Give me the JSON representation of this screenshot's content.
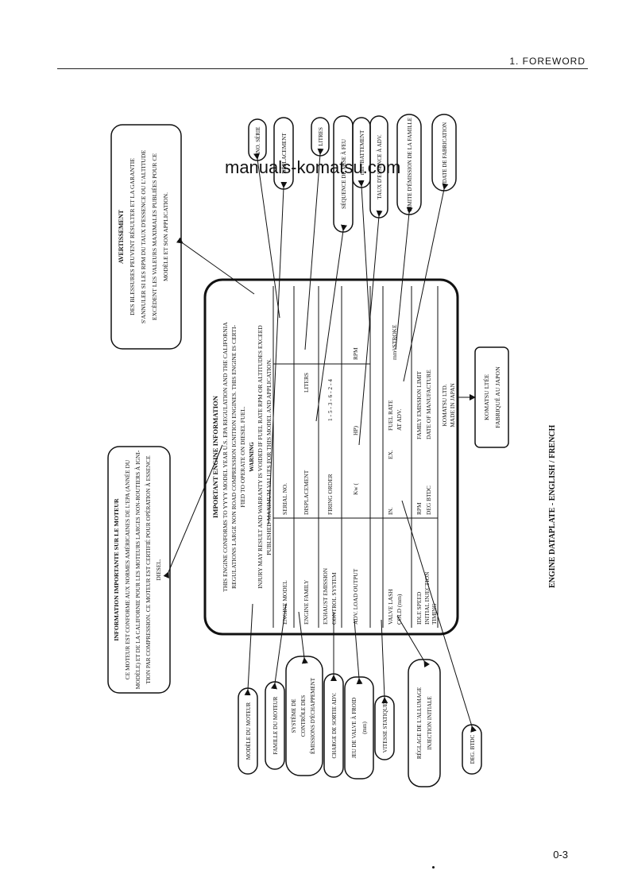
{
  "header": {
    "section": "1. FOREWORD"
  },
  "watermark": "manuals-komatsu.com",
  "page_number": "0-3",
  "caption": "ENGINE DATAPLATE - ENGLISH / FRENCH",
  "plate": {
    "heading": "IMPORTANT ENGINE INFORMATION",
    "intro": [
      "THIS ENGINE CONFORMS TO YYYY MODEL YEAR U.S. EPA REGULATION AND THE CALIFORNIA",
      "REGULATIONS LARGE NON ROAD COMPRESSION IGNITION ENGINES. THIS ENGINE IS CERTI-",
      "FIED TO OPERATE ON DIESEL FUEL."
    ],
    "warning_title": "WARNING",
    "warning": [
      "INJURY MAY RESULT AND WARRANTY IS VOIDED IF FUEL RATE RPM OR ALTITUDES EXCEED",
      "PUBLISHED MAXIMUM VALUES FOR THIS MODEL AND APPLICATION."
    ],
    "rows": {
      "engine_model": "ENGINE MODEL",
      "serial_no": "SERIAL NO.",
      "engine_family": "ENGINE FAMILY",
      "displacement": "DISPLACEMENT",
      "liters": "LITERS",
      "exhaust": "EXHAUST EMISSION",
      "control": "CONTROL SYSTEM",
      "firing_order": "FIRING ORDER",
      "firing_value": "1 - 5 - 3 - 6 - 2 - 4",
      "adv_load": "ADV. LOAD OUTPUT",
      "kw": "Kw (",
      "hp": "HP)",
      "rpm1": "RPM",
      "valve_lash": "VALVE LASH",
      "cold": "COLD (mm)",
      "in": "IN.",
      "ex": "EX.",
      "fuel_rate": "FUEL RATE",
      "at_adv": "AT ADV.",
      "stroke": "mm³/STROKE",
      "idle": "IDLE SPEED",
      "rpm2": "RPM",
      "family_limit": "FAMILY EMISSION LIMIT",
      "initial": "INITIAL INJECTION",
      "timing": "TIMING",
      "deg": "DEG BTDC",
      "date_mfg": "DATE OF MANUFACTURE",
      "komatsu": "KOMATSU LTD.",
      "made_in": "MADE IN JAPAN"
    }
  },
  "notes": {
    "avertissement": [
      "AVERTISSEMENT",
      "DES BLESSURES PEUVENT RÉSULTER ET LA GARANTIE",
      "S'ANNULER SI LES RPM DU TAUX D'ESSENCE OU L'ALTITUDE",
      "EXCÈDENT LES VALEURS MAXIMALES PUBLIÉES POUR CE",
      "MODÈLE ET SON APPLICATION."
    ],
    "information": [
      "INFORMATION IMPORTANTE SUR LE MOTEUR",
      "CE MOTEUR EST CONFORME AUX NORMES AMÉRICAINES DE L'EPA (ANNÉE DU",
      "MODÈLE) ET DE LA CALIFORNIE POUR LES MOTEURS LARGES NON-ROUTIERS À IGNI-",
      "TION PAR COMPRESSION. CE MOTEUR EST CERTIFIÉ POUR OPÉRATION À ESSENCE",
      "DIESEL."
    ]
  },
  "top_labels": [
    "NO. SÉRIE",
    "DÉPLACEMENT",
    "LITRES",
    "SÉQUENCE DE MISE À FEU",
    "mm³/BATTEMENT",
    "TAUX D'ESSENCE À ADV.",
    "LIMITE D'ÉMISSION DE LA FAMILLE",
    "DATE DE FABRICATION"
  ],
  "komatsu_box": [
    "KOMATSU LTÉE",
    "FABRIQUÉ AU JAPON"
  ],
  "bottom_labels": [
    "MODÈLE DU MOTEUR",
    "FAMILLE DU MOTEUR",
    [
      "SYSTÈME DE",
      "CONTRÔLE DES",
      "ÉMISSIONS D'ÉCHAPPEMENT"
    ],
    "CHARGE DE SORTIE ADV.",
    [
      "JEU DE VALVE À FROID",
      "(mm)"
    ],
    "VITESSE STATIQUE",
    [
      "RÉGLAGE DE L'ALLUMAGE",
      "INJECTION INITIALE"
    ],
    "DEG. BTDC"
  ]
}
